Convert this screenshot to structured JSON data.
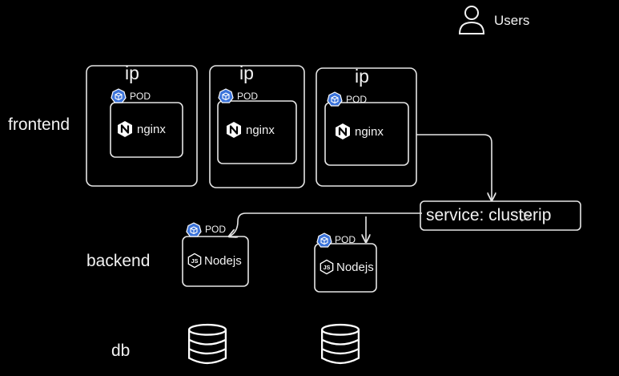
{
  "users": {
    "label": "Users"
  },
  "rows": {
    "frontend": "frontend",
    "backend": "backend",
    "db": "db"
  },
  "frontend_nodes": [
    {
      "ip_label": "ip",
      "pod_label": "POD",
      "app_label": "nginx"
    },
    {
      "ip_label": "ip",
      "pod_label": "POD",
      "app_label": "nginx"
    },
    {
      "ip_label": "ip",
      "pod_label": "POD",
      "app_label": "nginx"
    }
  ],
  "service": {
    "label": "service: clusterip"
  },
  "backend_pods": [
    {
      "pod_label": "POD",
      "app_label": "Nodejs"
    },
    {
      "pod_label": "POD",
      "app_label": "Nodejs"
    }
  ],
  "icon_names": [
    "user-icon",
    "kubernetes-pod-icon",
    "nginx-icon",
    "nodejs-icon",
    "database-icon"
  ],
  "colors": {
    "background": "#000000",
    "stroke": "#e6e6e6",
    "pod_badge": "#3b73d9"
  }
}
